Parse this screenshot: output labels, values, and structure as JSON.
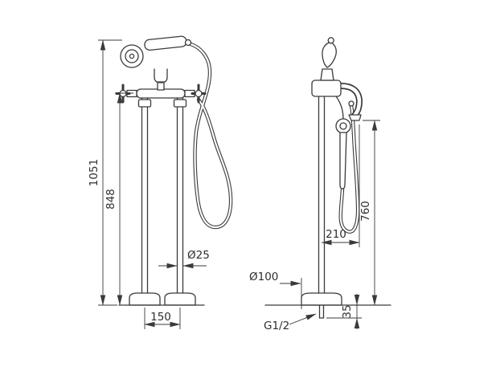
{
  "page": {
    "background": "#ffffff",
    "line_color": "#3a3a3a",
    "text_color": "#2e2e2e"
  },
  "drawing": {
    "front_view": {
      "dim_total_height": "1051",
      "dim_riser_height": "848",
      "dim_pipe_diameter": "Ø25",
      "dim_pipe_spacing": "150"
    },
    "side_view": {
      "dim_spout_reach": "210",
      "dim_spout_height": "760",
      "dim_base_diameter": "Ø100",
      "dim_inlet_thread": "G1/2",
      "dim_inlet_depth": "35"
    }
  }
}
